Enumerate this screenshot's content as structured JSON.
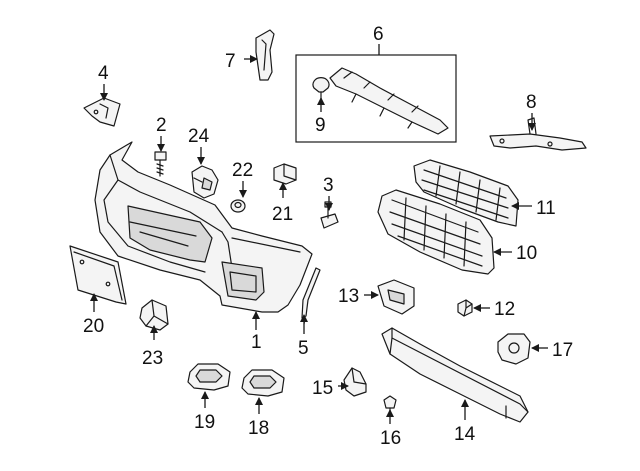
{
  "callouts": {
    "c1": "1",
    "c2": "2",
    "c3": "3",
    "c4": "4",
    "c5": "5",
    "c6": "6",
    "c7": "7",
    "c8": "8",
    "c9": "9",
    "c10": "10",
    "c11": "11",
    "c12": "12",
    "c13": "13",
    "c14": "14",
    "c15": "15",
    "c16": "16",
    "c17": "17",
    "c18": "18",
    "c19": "19",
    "c20": "20",
    "c21": "21",
    "c22": "22",
    "c23": "23",
    "c24": "24"
  },
  "colors": {
    "line": "#1a1a1a",
    "background": "#ffffff"
  }
}
